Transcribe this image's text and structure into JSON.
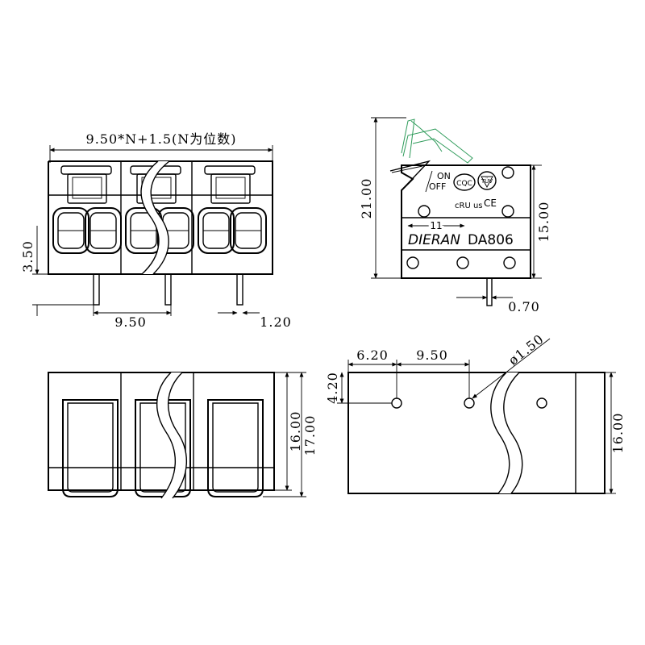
{
  "front_view": {
    "width_label": "9.50*N+1.5(N为位数)",
    "pin_height_label": "3.50",
    "pitch_label": "9.50",
    "pin_width_label": "1.20"
  },
  "side_view": {
    "height_total_label": "21.00",
    "body_height_label": "15.00",
    "pin_thickness_label": "0.70",
    "on_label": "ON",
    "off_label": "OFF",
    "cqc_label": "CQC",
    "tuv_label": "TÜV",
    "ul_label": "cRU us",
    "ce_label": "CE",
    "arrow_value": "11",
    "brand_label": "DIERAN",
    "model_label": "DA806"
  },
  "top_view": {
    "height_16_label": "16.00",
    "height_17_label": "17.00"
  },
  "bottom_view": {
    "offset_label": "6.20",
    "pitch_label": "9.50",
    "hole_label": "ø1.50",
    "hole_offset_label": "4.20",
    "height_label": "16.00"
  }
}
